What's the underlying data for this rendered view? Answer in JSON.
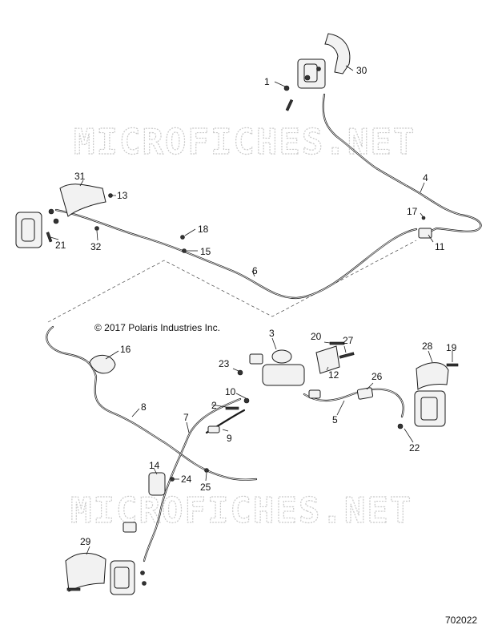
{
  "watermark": "MICROFICHES.NET",
  "copyright": "© 2017 Polaris Industries Inc.",
  "diagram_number": "702022",
  "callouts": [
    "1",
    "2",
    "3",
    "4",
    "5",
    "6",
    "7",
    "8",
    "9",
    "10",
    "11",
    "12",
    "13",
    "14",
    "15",
    "16",
    "17",
    "18",
    "19",
    "20",
    "21",
    "22",
    "23",
    "24",
    "25",
    "26",
    "27",
    "28",
    "29",
    "30",
    "31",
    "32"
  ]
}
